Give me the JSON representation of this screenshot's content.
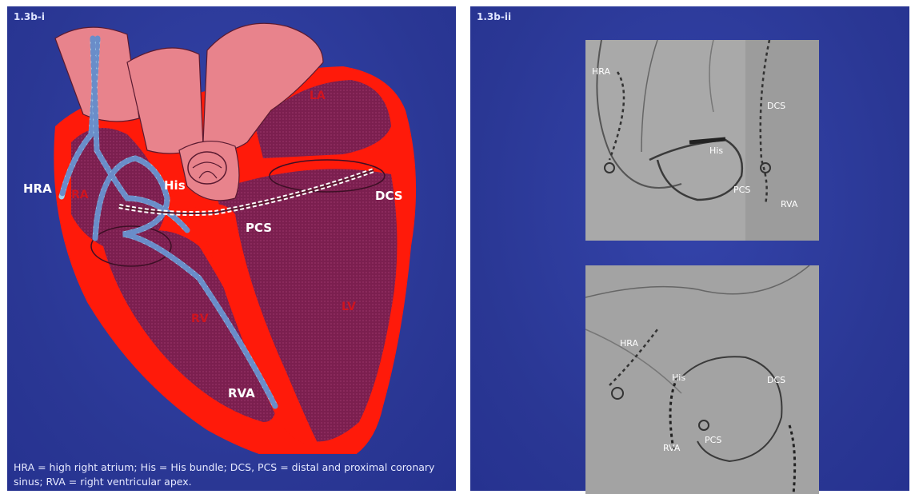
{
  "left_panel": {
    "label": "1.3b-i",
    "chambers": {
      "la": "LA",
      "ra": "RA",
      "rv": "RV",
      "lv": "LV"
    },
    "catheters": {
      "hra": "HRA",
      "his": "His",
      "pcs": "PCS",
      "dcs": "DCS",
      "rva": "RVA"
    },
    "caption_line1": "HRA = high right atrium; His = His bundle; DCS, PCS = distal and proximal coronary",
    "caption_line2": "sinus; RVA = right ventricular apex."
  },
  "right_panel": {
    "label": "1.3b-ii",
    "top_image_labels": {
      "hra": "HRA",
      "dcs": "DCS",
      "his": "His",
      "pcs": "PCS",
      "rva": "RVA"
    },
    "bottom_image_labels": {
      "hra": "HRA",
      "his": "His",
      "dcs": "DCS",
      "rva": "RVA",
      "pcs": "PCS"
    }
  },
  "colors": {
    "background": "#2b3a9c",
    "myocardium": "#ff1a0a",
    "chamber": "#7b1f4f",
    "vessels": "#e8838c",
    "catheter": "#9fd2ee"
  }
}
